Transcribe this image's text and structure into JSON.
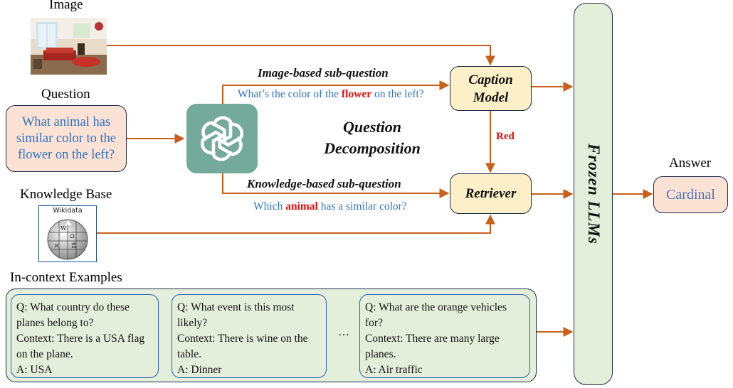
{
  "labels": {
    "image": "Image",
    "question": "Question",
    "knowledge_base": "Knowledge Base",
    "in_context": "In-context Examples",
    "answer": "Answer"
  },
  "question_text": "What animal has similar color to the flower on the left?",
  "decomposition": {
    "title_line1": "Question",
    "title_line2": "Decomposition",
    "image_subq_title": "Image-based sub-question",
    "image_subq_before": "What’s the color of the ",
    "image_subq_highlight": "flower",
    "image_subq_after": " on the left?",
    "knowledge_subq_title": "Knowledge-based sub-question",
    "knowledge_subq_before": "Which ",
    "knowledge_subq_highlight": "animal",
    "knowledge_subq_after": " has a similar color?"
  },
  "caption_model": {
    "line1": "Caption",
    "line2": "Model"
  },
  "retriever": "Retriever",
  "intermediate": "Red",
  "llm": "Frozen LLMs",
  "answer_text": "Cardinal",
  "wikidata_label": "Wikidata",
  "examples": [
    {
      "q": "Q: What country do these planes belong to?",
      "context": "Context: There is a USA flag on the plane.",
      "a": "A: USA"
    },
    {
      "q": "Q: What event is this most likely?",
      "context": "Context: There is wine on the table.",
      "a": "A: Dinner"
    },
    {
      "q": "Q: What are the orange vehicles for?",
      "context": "Context: There are many large planes.",
      "a": "A: Air traffic"
    }
  ],
  "ellipsis": "…",
  "colors": {
    "arrow": "#c8601c",
    "highlight": "#e01010",
    "subq_text": "#2f73c2",
    "peach_fill": "#fbe2d5",
    "yellow_fill": "#fdf0c8",
    "green_fill": "#e3efda",
    "openai_green": "#74aa9c"
  },
  "icons": [
    "photo-image",
    "openai-logo",
    "wikipedia-globe"
  ]
}
